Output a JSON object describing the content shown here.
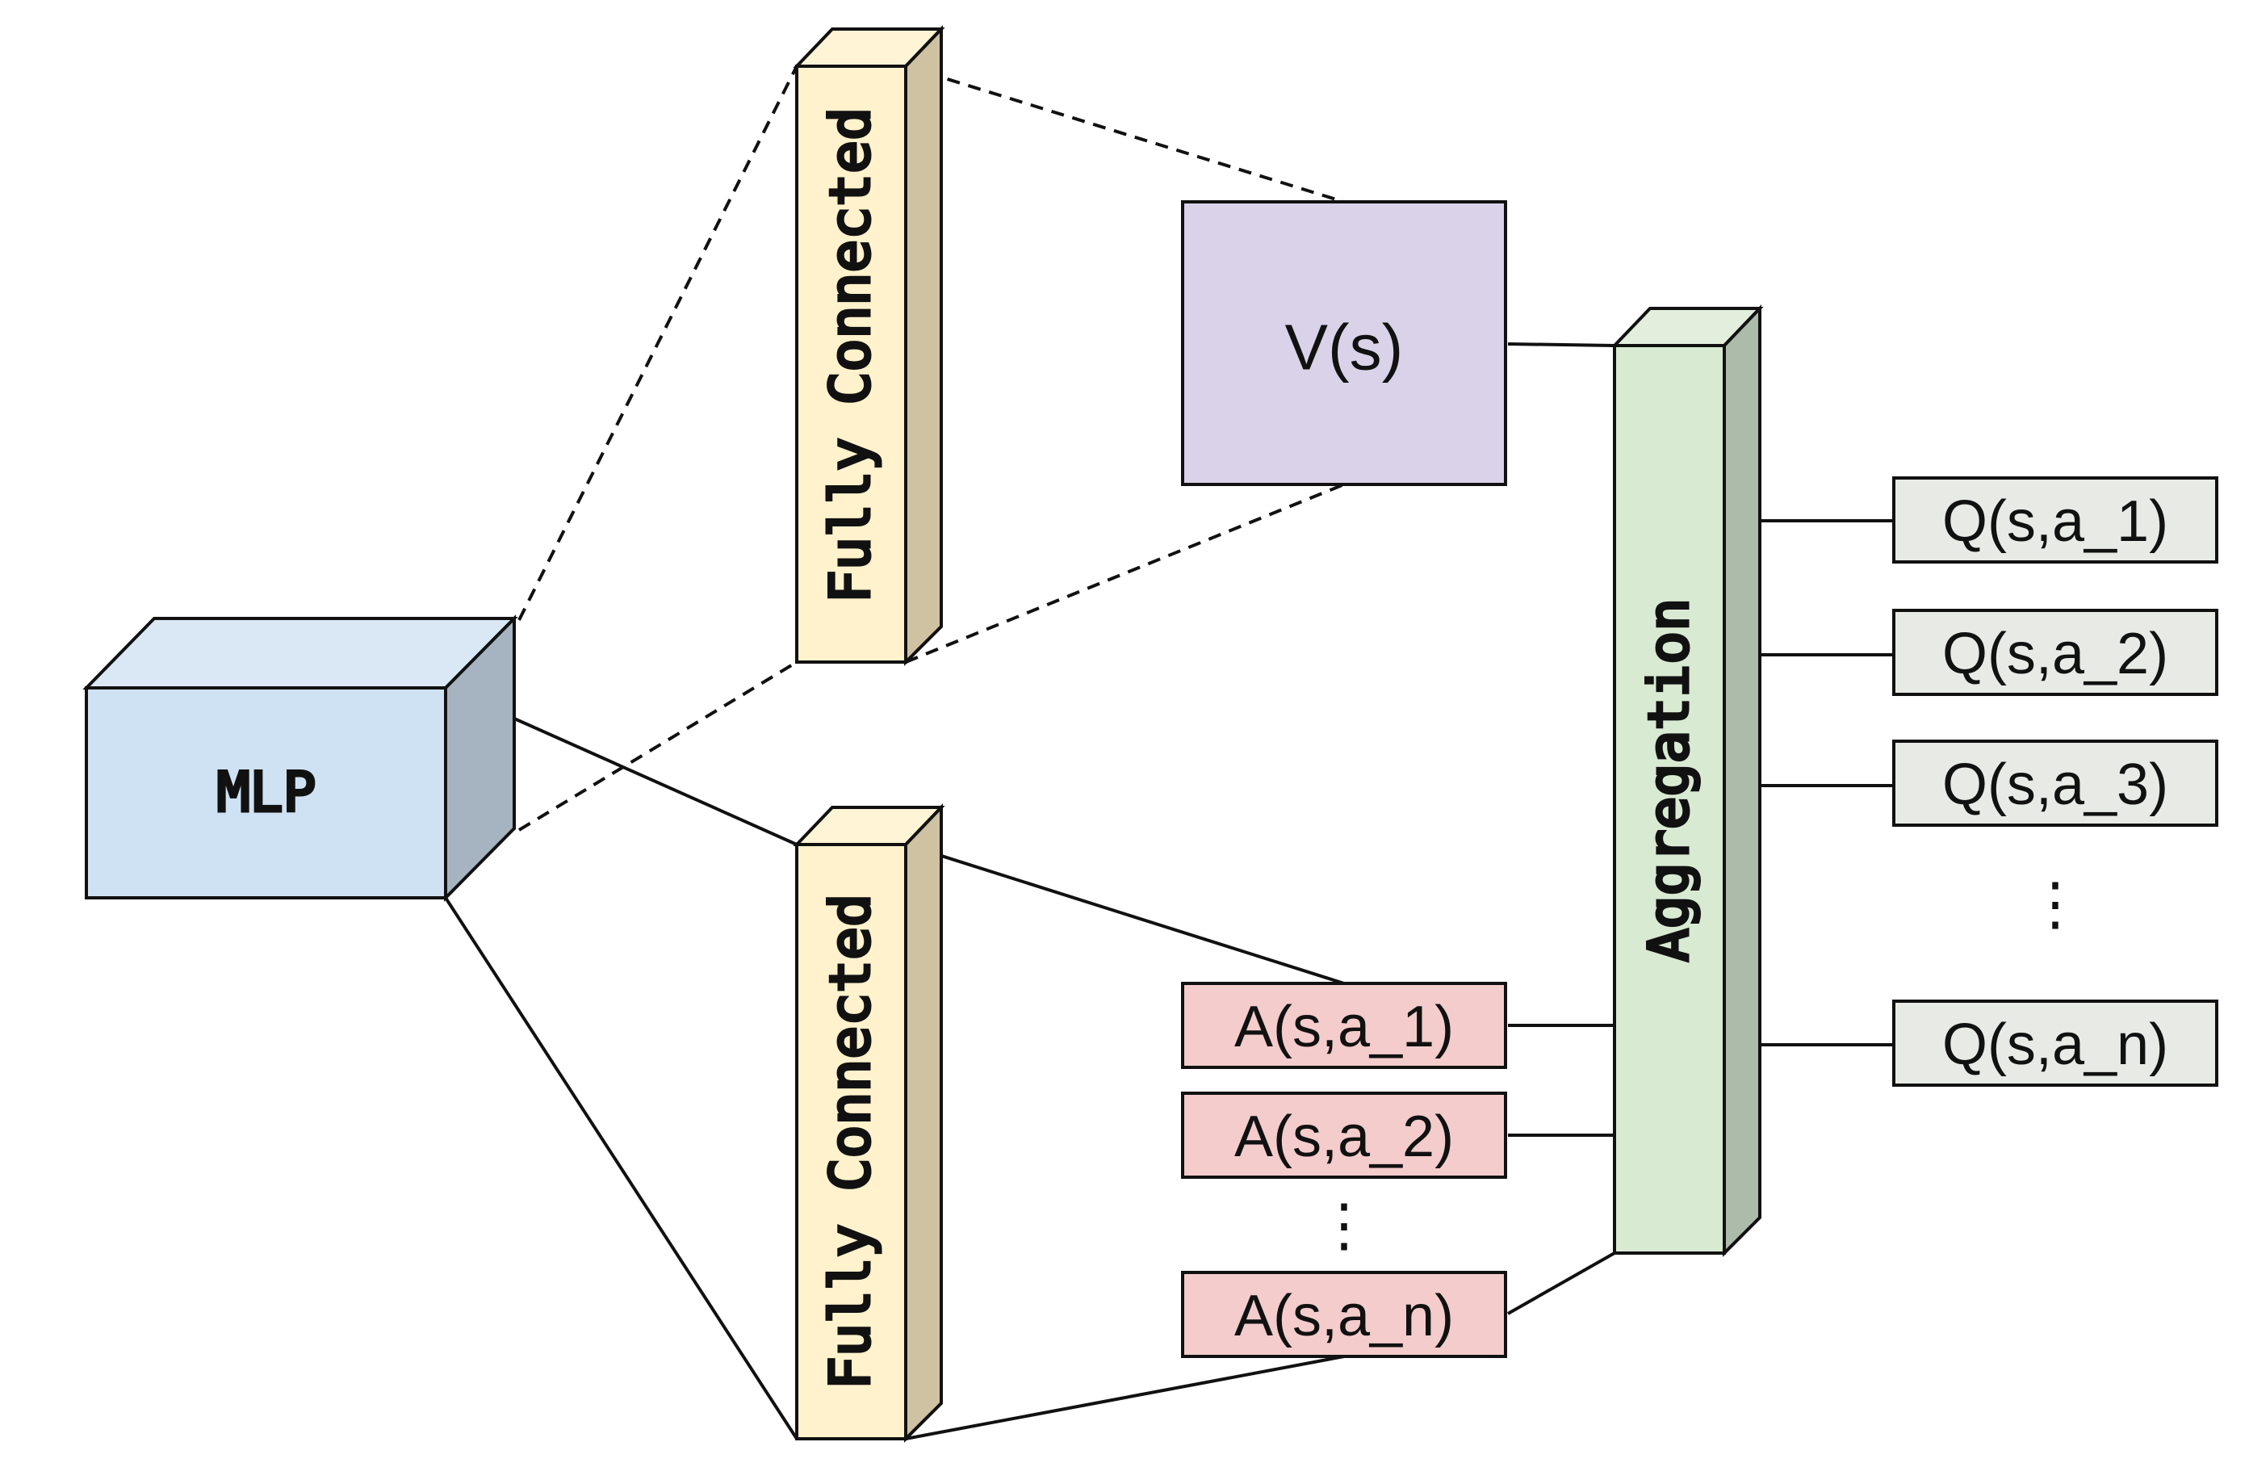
{
  "diagram": {
    "mlp": {
      "label": "MLP"
    },
    "fc_top": {
      "label": "Fully Connected"
    },
    "fc_bottom": {
      "label": "Fully Connected"
    },
    "value": {
      "label": "V(s)"
    },
    "aggregation": {
      "label": "Aggregation"
    },
    "advantages": [
      {
        "label": "A(s,a_1)"
      },
      {
        "label": "A(s,a_2)"
      },
      {
        "label": "A(s,a_n)"
      }
    ],
    "advantage_ellipsis": "⋮",
    "q_values": [
      {
        "label": "Q(s,a_1)"
      },
      {
        "label": "Q(s,a_2)"
      },
      {
        "label": "Q(s,a_3)"
      },
      {
        "label": "Q(s,a_n)"
      }
    ],
    "q_ellipsis": "⋮"
  },
  "colors": {
    "mlp_front": "#cfe2f3",
    "mlp_top": "#dae8f6",
    "mlp_side": "#a6b4c2",
    "fc_front": "#fff2cc",
    "fc_top": "#fff5d6",
    "fc_side": "#cfc2a3",
    "value_fill": "#d9d2e9",
    "agg_front": "#d9ead3",
    "agg_top": "#e1efdc",
    "agg_side": "#adbbaa",
    "advantage_fill": "#f4cccc",
    "q_fill": "#e8ebe5",
    "stroke": "#111111"
  }
}
